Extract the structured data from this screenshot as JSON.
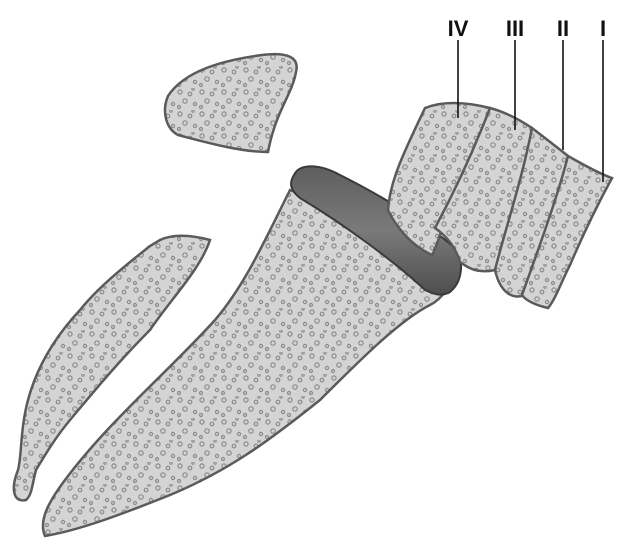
{
  "labels": [
    {
      "id": "IV",
      "text": "IV"
    },
    {
      "id": "III",
      "text": "III"
    },
    {
      "id": "II",
      "text": "II"
    },
    {
      "id": "I",
      "text": "I"
    }
  ],
  "colors": {
    "bone_fill": "#d2d2d2",
    "bone_edge": "#5a5a5a",
    "pore": "#9a9a9a",
    "disc_fill": "#6a6a6a",
    "label": "#111111"
  }
}
